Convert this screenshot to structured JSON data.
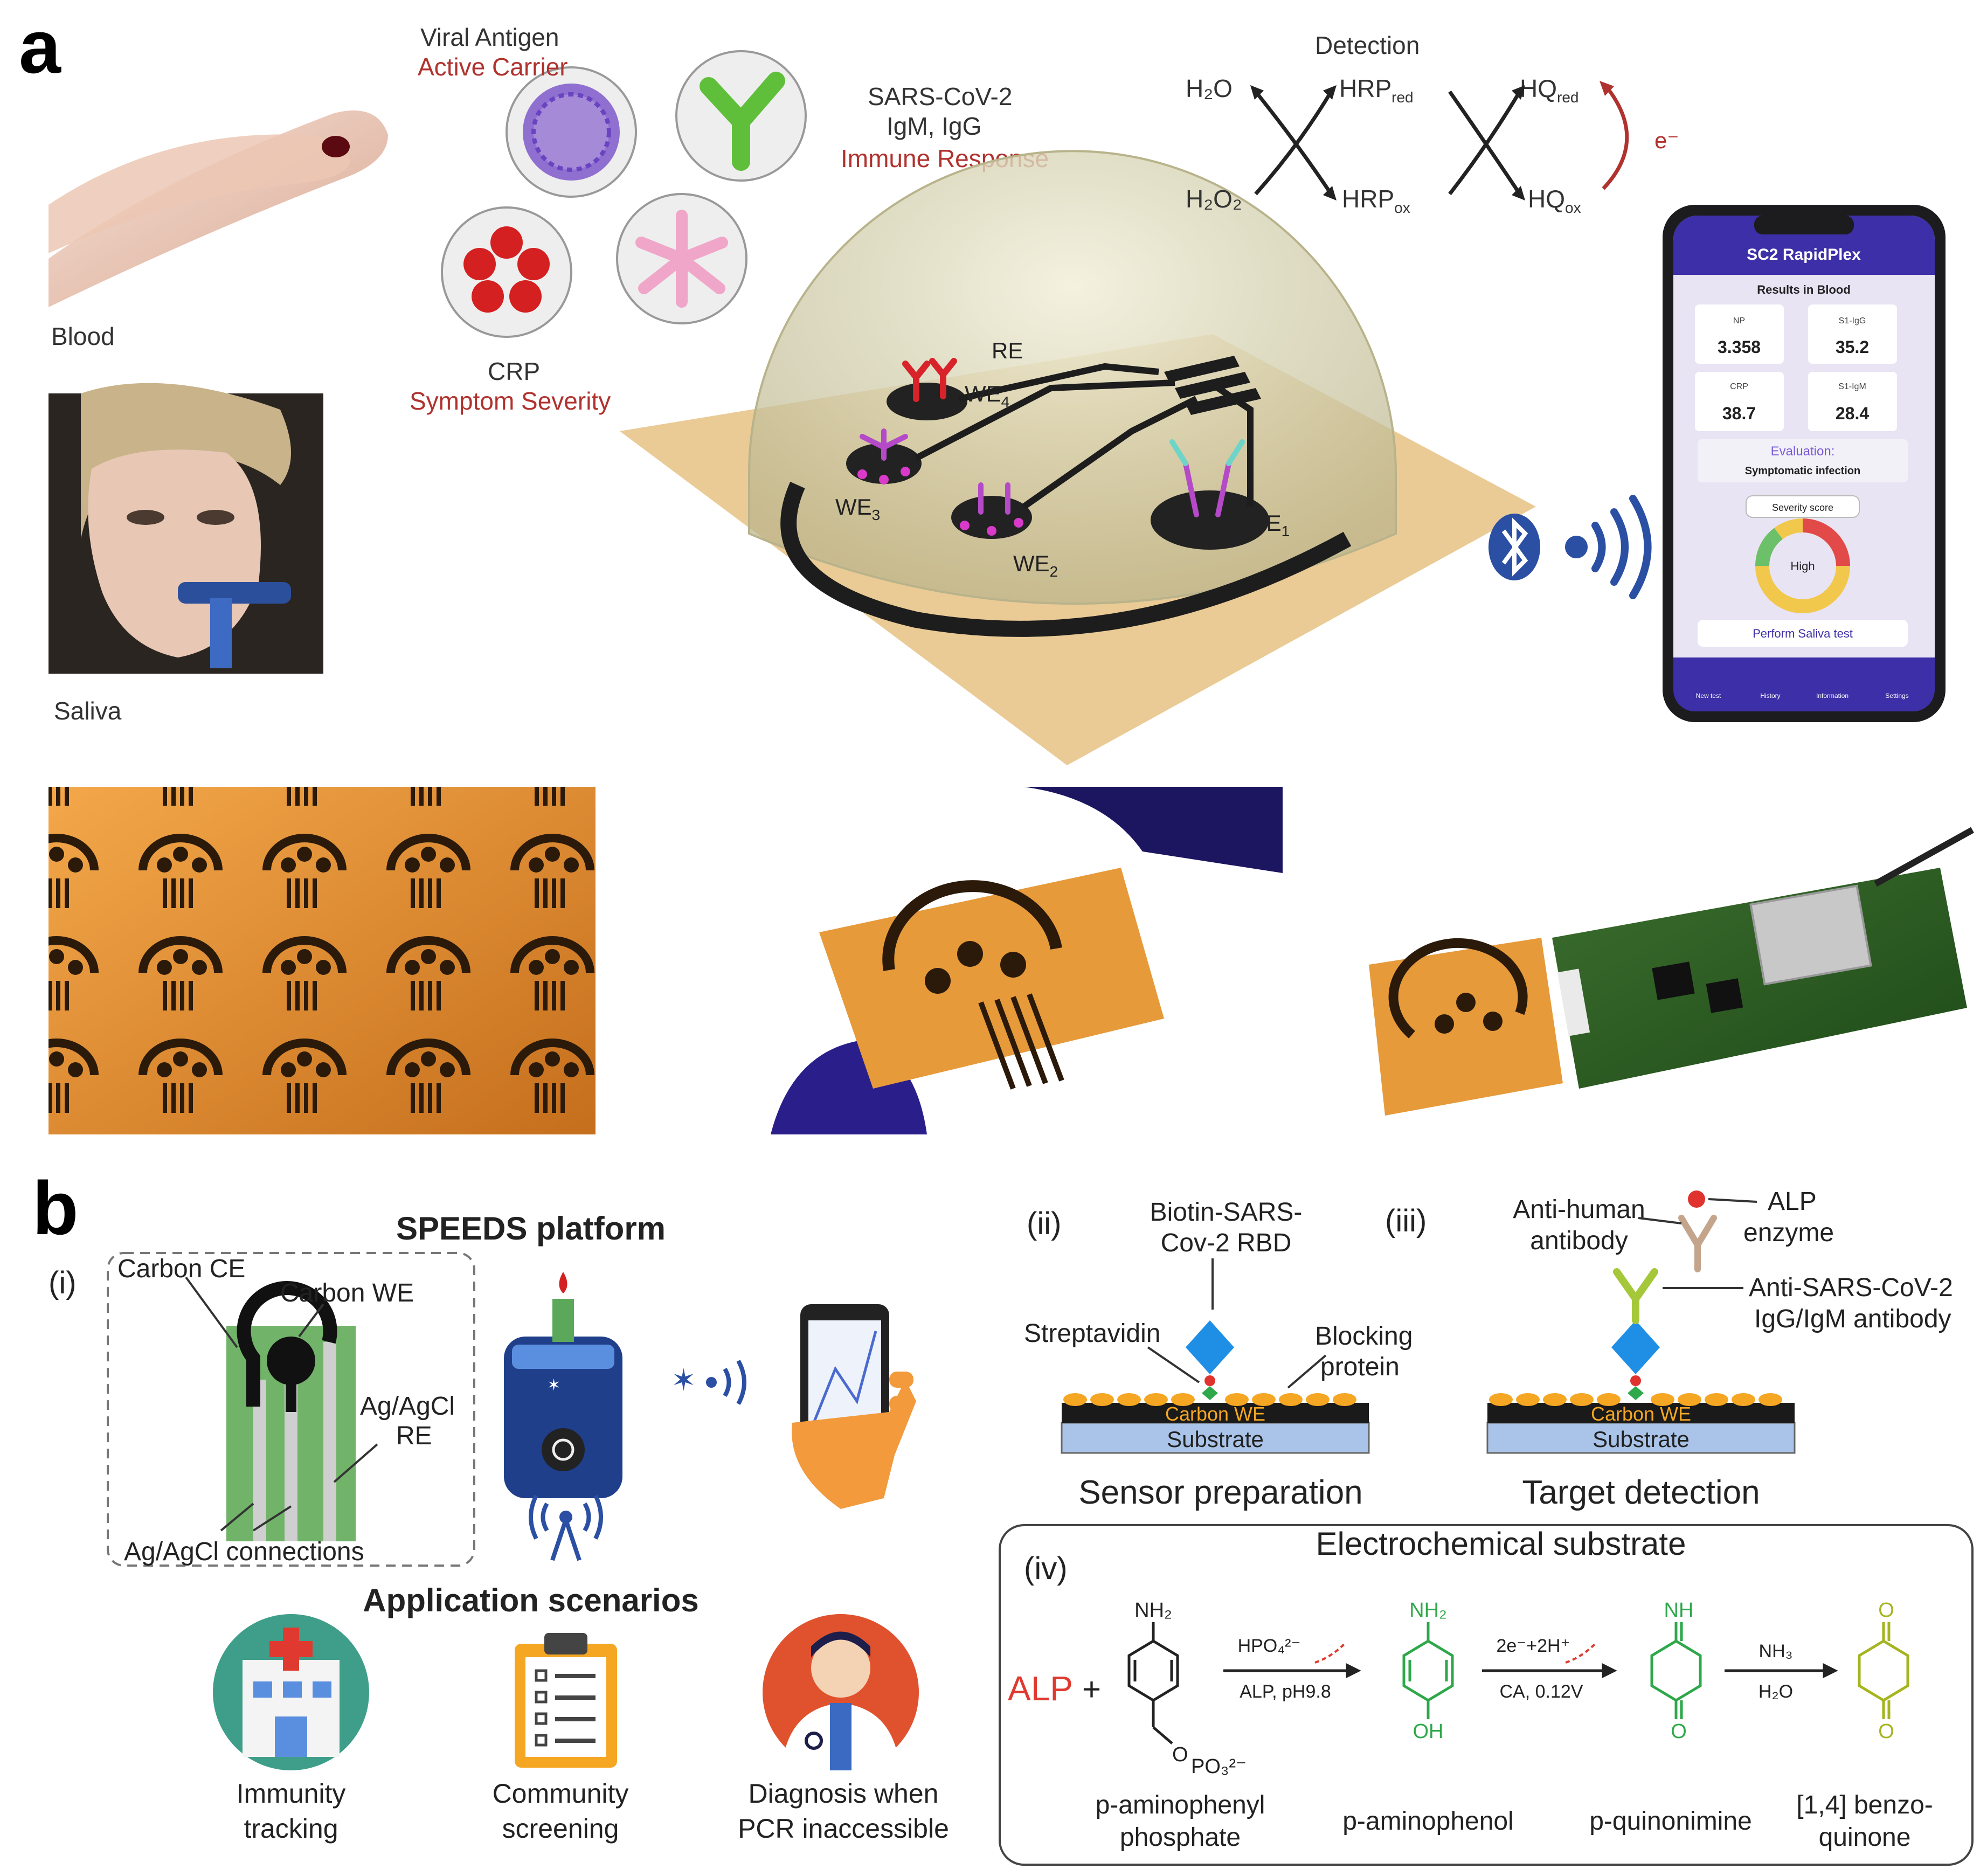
{
  "panel_a": {
    "letter": "a",
    "blood_label": "Blood",
    "saliva_label": "Saliva",
    "viral_antigen": "Viral Antigen",
    "active_carrier": "Active Carrier",
    "sars_line1": "SARS-CoV-2",
    "sars_line2": "IgM, IgG",
    "immune_response": "Immune Response",
    "crp": "CRP",
    "symptom_severity": "Symptom Severity",
    "detection": "Detection",
    "h2o": "H₂O",
    "h2o2": "H₂O₂",
    "hrp_red": "HRP",
    "hrp_red_sub": "red",
    "hrp_ox": "HRP",
    "hrp_ox_sub": "ox",
    "hq_red": "HQ",
    "hq_red_sub": "red",
    "hq_ox": "HQ",
    "hq_ox_sub": "ox",
    "electron": "e⁻",
    "re": "RE",
    "we4": "WE",
    "we4_sub": "4",
    "we3": "WE",
    "we3_sub": "3",
    "we2": "WE",
    "we2_sub": "2",
    "we1": "WE",
    "we1_sub": "1",
    "phone": {
      "title": "SC2 RapidPlex",
      "results": "Results in Blood",
      "np_label": "NP",
      "np_value": "3.358",
      "s1igg_label": "S1-IgG",
      "s1igg_value": "35.2",
      "crp_label": "CRP",
      "crp_value": "38.7",
      "s1igm_label": "S1-IgM",
      "s1igm_value": "28.4",
      "evaluation": "Evaluation:",
      "evaluation_value": "Symptomatic infection",
      "severity_score": "Severity score",
      "gauge_label": "High",
      "saliva_btn": "Perform Saliva test",
      "nav": [
        "New test",
        "History",
        "Information",
        "Settings"
      ]
    }
  },
  "panel_b": {
    "letter": "b",
    "platform_title": "SPEEDS platform",
    "i": "(i)",
    "carbon_ce": "Carbon CE",
    "carbon_we": "Carbon WE",
    "agagcl_re_1": "Ag/AgCl",
    "agagcl_re_2": "RE",
    "agagcl_conn": "Ag/AgCl connections",
    "application_title": "Application scenarios",
    "scenarios": [
      {
        "line1": "Immunity",
        "line2": "tracking"
      },
      {
        "line1": "Community",
        "line2": "screening"
      },
      {
        "line1": "Diagnosis when",
        "line2": "PCR inaccessible"
      }
    ],
    "ii": "(ii)",
    "biotin_1": "Biotin-SARS-",
    "biotin_2": "Cov-2 RBD",
    "streptavidin": "Streptavidin",
    "blocking_1": "Blocking",
    "blocking_2": "protein",
    "carbon_we_layer": "Carbon WE",
    "substrate": "Substrate",
    "sensor_preparation": "Sensor preparation",
    "iii": "(iii)",
    "anti_human_1": "Anti-human",
    "anti_human_2": "antibody",
    "alp_1": "ALP",
    "alp_2": "enzyme",
    "anti_sars_1": "Anti-SARS-CoV-2",
    "anti_sars_2": "IgG/IgM antibody",
    "target_detection": "Target detection",
    "iv": "(iv)",
    "electrochem_title": "Electrochemical substrate",
    "alp_red": "ALP",
    "plus": "+",
    "nh2": "NH₂",
    "oh": "OH",
    "nh": "NH",
    "o": "O",
    "opo3": "O",
    "po3": "PO₃²⁻",
    "hpo4": "HPO₄²⁻",
    "alp_ph": "ALP, pH9.8",
    "two_e": "2e⁻+2H⁺",
    "ca": "CA, 0.12V",
    "nh3": "NH₃",
    "h2o": "H₂O",
    "c1_line1": "p-aminophenyl",
    "c1_line2": "phosphate",
    "c2": "p-aminophenol",
    "c3": "p-quinonimine",
    "c4_line1": "[1,4] benzo-",
    "c4_line2": "quinone"
  }
}
